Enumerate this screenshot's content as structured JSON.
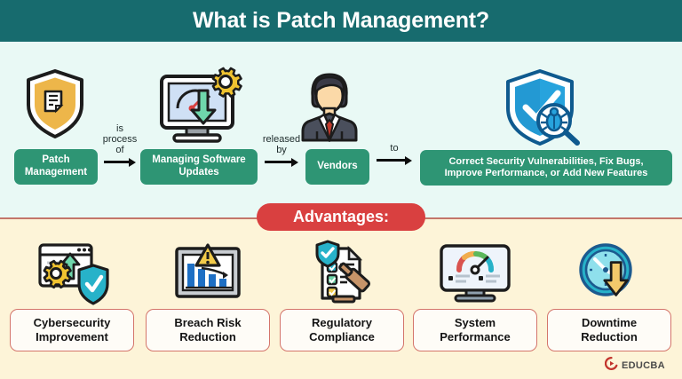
{
  "header": {
    "title": "What is Patch Management?"
  },
  "flow": {
    "boxes": [
      {
        "id": "patch",
        "label": "Patch\nManagement",
        "icon": "shield-document-gear-icon"
      },
      {
        "id": "managing",
        "label": "Managing Software\nUpdates",
        "icon": "monitor-update-gear-icon"
      },
      {
        "id": "vendors",
        "label": "Vendors",
        "icon": "vendor-person-icon"
      },
      {
        "id": "correct",
        "label": "Correct Security Vulnerabilities, Fix Bugs,\nImprove Performance, or Add New Features",
        "icon": "shield-check-bug-magnifier-icon"
      }
    ],
    "connectors": [
      {
        "id": "conn-1",
        "label": "is\nprocess\nof"
      },
      {
        "id": "conn-2",
        "label": "released\nby"
      },
      {
        "id": "conn-3",
        "label": "to"
      }
    ]
  },
  "advantages": {
    "banner_label": "Advantages:",
    "items": [
      {
        "label": "Cybersecurity\nImprovement",
        "icon": "browser-gear-shield-check-icon"
      },
      {
        "label": "Breach Risk\nReduction",
        "icon": "declining-bar-chart-warning-icon"
      },
      {
        "label": "Regulatory\nCompliance",
        "icon": "clipboard-checklist-gavel-icon"
      },
      {
        "label": "System\nPerformance",
        "icon": "monitor-speed-gauge-icon"
      },
      {
        "label": "Downtime\nReduction",
        "icon": "clock-down-arrow-icon"
      }
    ]
  },
  "footer": {
    "brand": "EDUCBA",
    "logo_icon": "educba-circle-play-logo"
  },
  "colors": {
    "header_teal": "#176b6e",
    "flow_bg": "#e9f9f5",
    "advantages_bg": "#fdf4d8",
    "box_green": "#2e9574",
    "banner_red": "#d94040",
    "card_border": "#d4756b",
    "divider": "#c4766a",
    "brand_red": "#c2342d"
  }
}
